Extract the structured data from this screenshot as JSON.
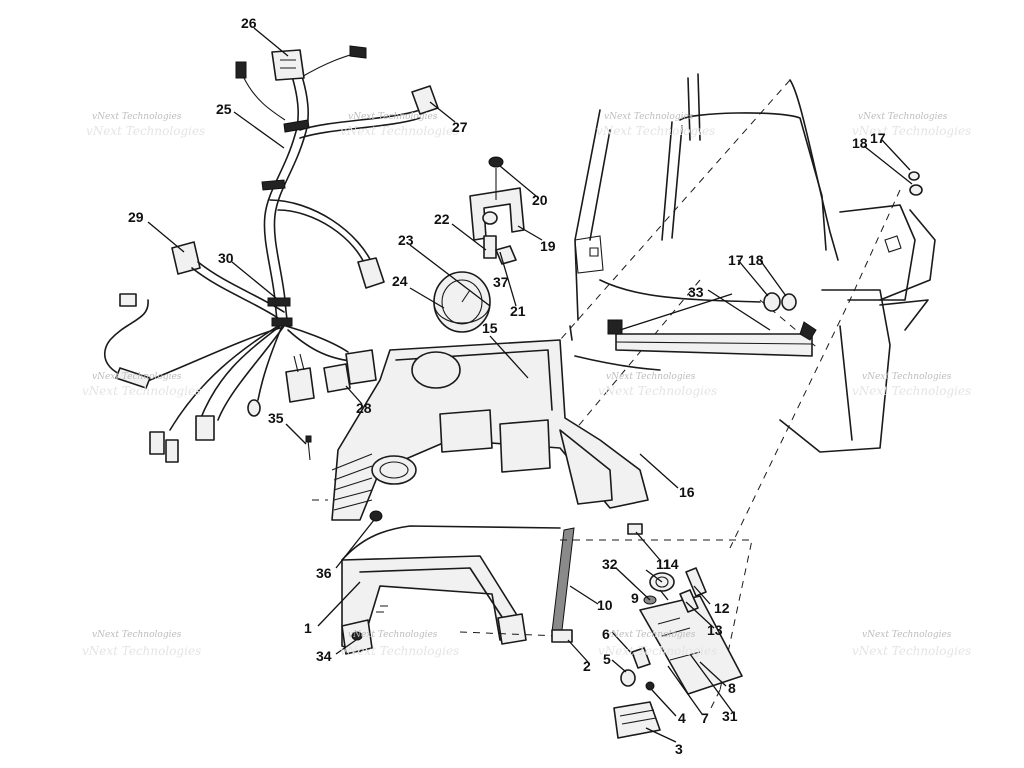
{
  "watermark": {
    "text": "vNext Technologies"
  },
  "callouts": {
    "p1": "1",
    "p2": "2",
    "p3": "3",
    "p4": "4",
    "p5": "5",
    "p6": "6",
    "p7": "7",
    "p8": "8",
    "p9": "9",
    "p10": "10",
    "p11": "11",
    "p12": "12",
    "p13": "13",
    "p14": "14",
    "p15": "15",
    "p16": "16",
    "p17a": "17",
    "p17b": "17",
    "p18a": "18",
    "p18b": "18",
    "p19": "19",
    "p20": "20",
    "p21": "21",
    "p22": "22",
    "p23": "23",
    "p24": "24",
    "p25": "25",
    "p26": "26",
    "p27": "27",
    "p28": "28",
    "p29": "29",
    "p30": "30",
    "p31": "31",
    "p32": "32",
    "p33": "33",
    "p34": "34",
    "p35": "35",
    "p36": "36",
    "p37": "37"
  }
}
